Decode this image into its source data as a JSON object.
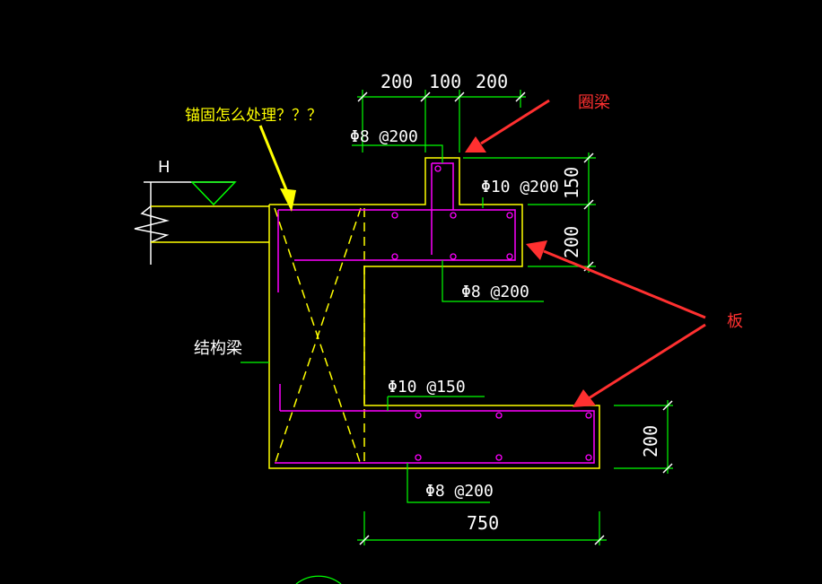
{
  "labels": {
    "question": "锚固怎么处理？？？",
    "ring_beam": "圈梁",
    "slab": "板",
    "structural_beam": "结构梁",
    "elevation_mark": "H"
  },
  "dimensions": {
    "top_left": "200",
    "top_mid": "100",
    "top_right": "200",
    "upper_right_150": "150",
    "upper_right_200": "200",
    "lower_right_200": "200",
    "bottom_750": "750"
  },
  "rebar": {
    "ring_beam_stirrup": "Φ8 @200",
    "upper_slab_top": "Φ10 @200",
    "upper_slab_bottom": "Φ8 @200",
    "lower_slab_top": "Φ10 @150",
    "lower_slab_bottom": "Φ8 @200"
  },
  "colors": {
    "background": "#000000",
    "concrete_outline": "#ffff00",
    "rebar": "#ff00ff",
    "dimension_line": "#00ff00",
    "annotation_arrow": "#ff3030"
  }
}
